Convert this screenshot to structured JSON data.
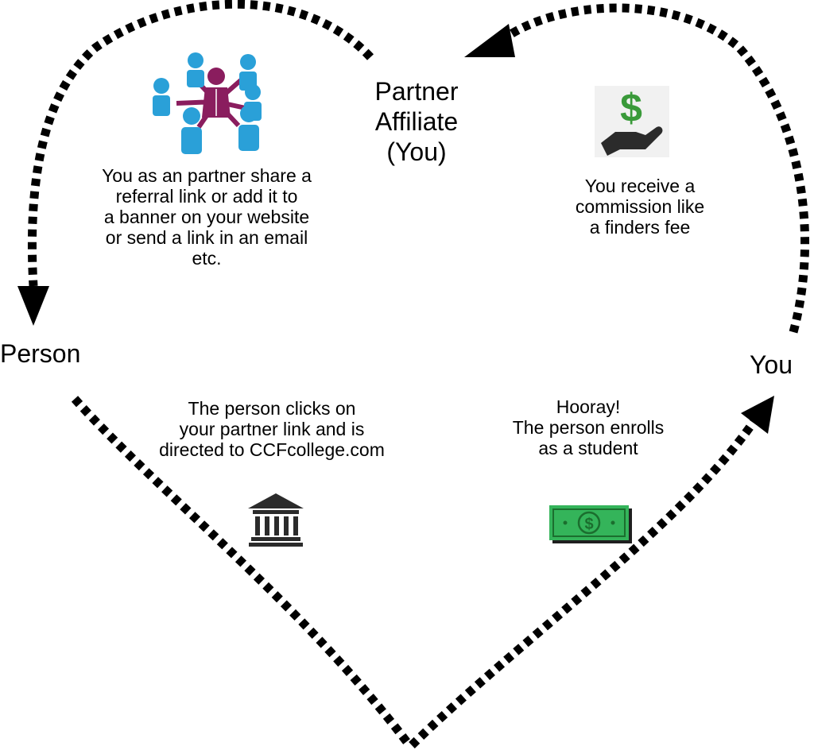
{
  "nodes": {
    "partner": "Partner\nAffiliate\n(You)",
    "person": "Person",
    "you": "You"
  },
  "steps": {
    "share": "You as an partner share a\nreferral link or add it to\na banner on your website\nor send a link in an email\netc.",
    "click": "The person clicks on\nyour partner link and is\ndirected to CCFcollege.com",
    "enroll": "Hooray!\nThe person enrolls\nas a student",
    "commission": "You receive a\ncommission like\na finders fee"
  },
  "icons": {
    "network": "people-network-icon",
    "commission": "hand-dollar-icon",
    "institution": "bank-building-icon",
    "cash": "dollar-bill-icon",
    "bill_symbol": "$",
    "coin_symbol": "$"
  },
  "colors": {
    "arrow": "#000000",
    "people": "#2aa0d8",
    "center_person": "#8a1d5e",
    "money_green": "#3a9a3a",
    "bill_green": "#34b45a",
    "hand": "#2b2b2b"
  }
}
